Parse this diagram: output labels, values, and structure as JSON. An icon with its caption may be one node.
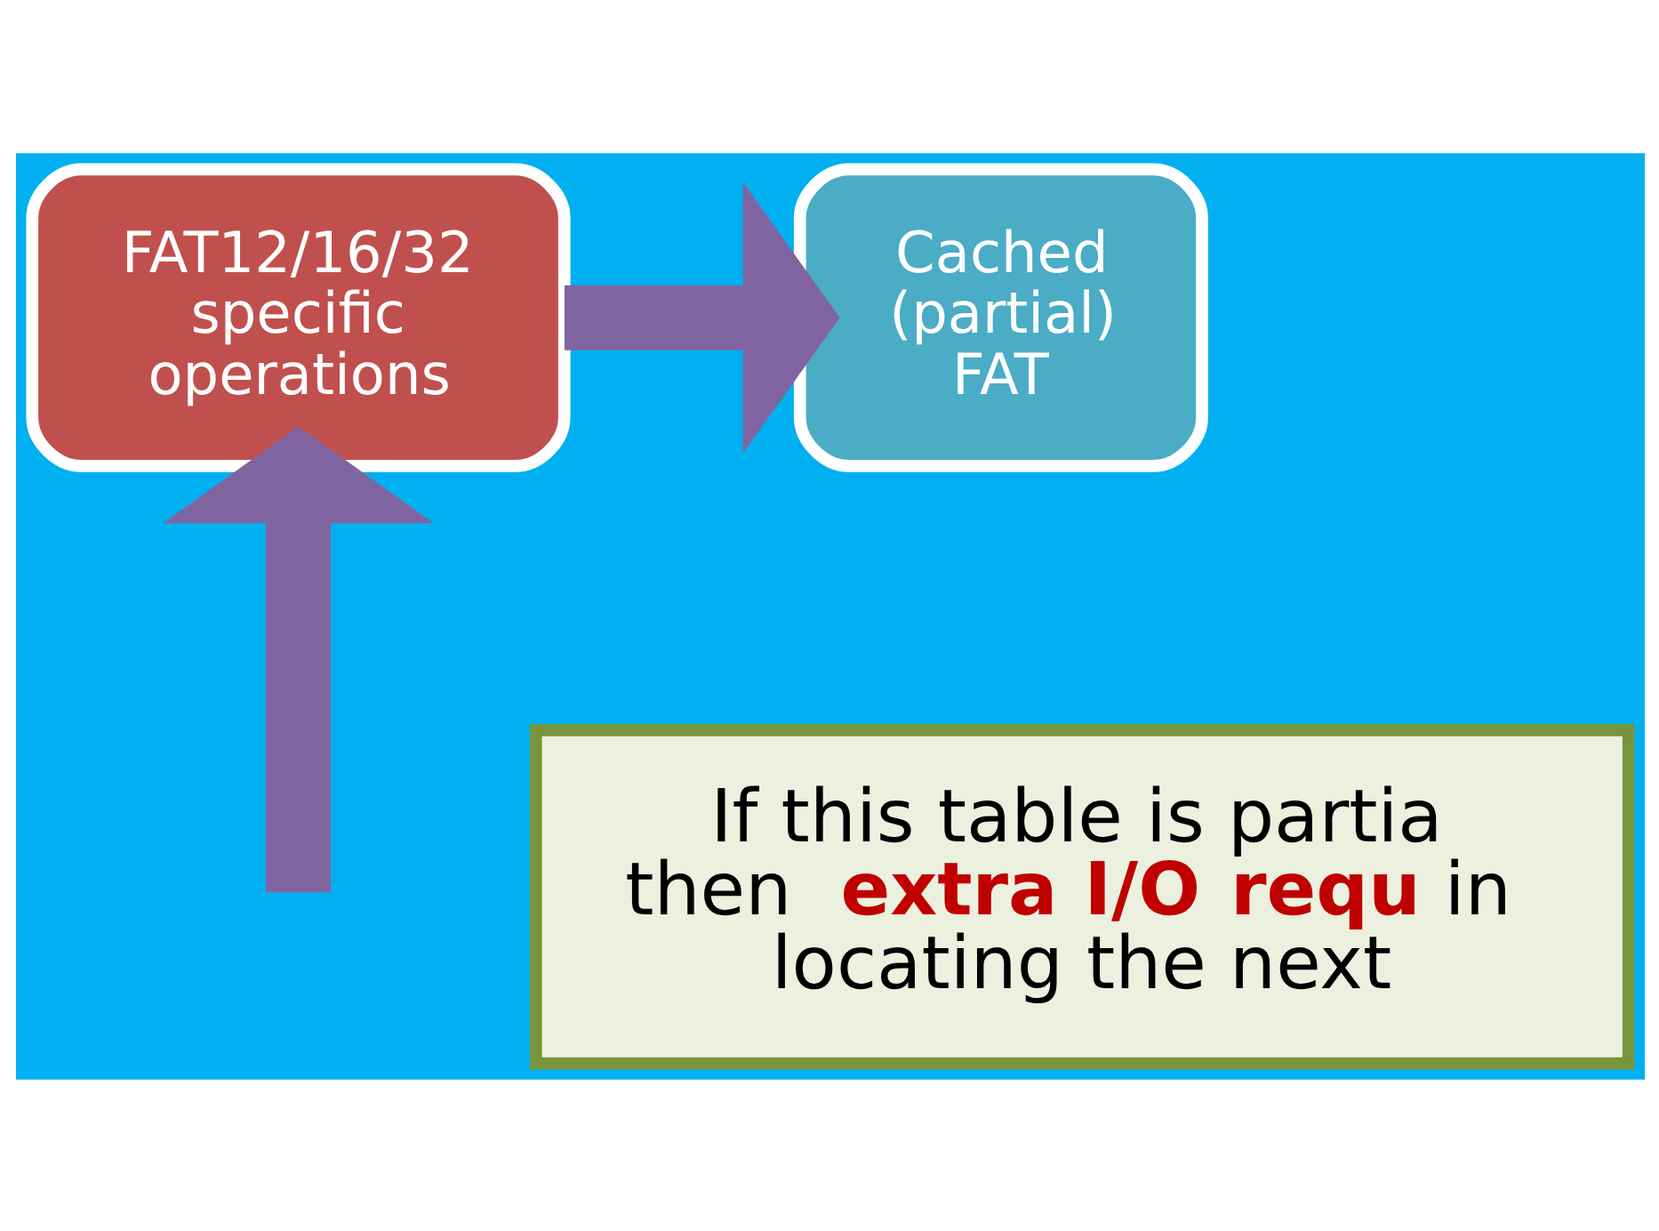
{
  "diagram": {
    "nodes": [
      {
        "text": [
          "FAT12/16/32 specific operations"
        ]
      },
      {
        "text": [
          "Cached (partial) FAT"
        ]
      },
      {
        "text": [
          "If this table is partia then **extra I/O requ** in locating the next"
        ]
      }
    ],
    "edges": [
      {
        "from": 0,
        "to": 1,
        "arrow": "to"
      },
      {
        "from": null,
        "to": 0,
        "arrow": "to"
      }
    ]
  }
}
